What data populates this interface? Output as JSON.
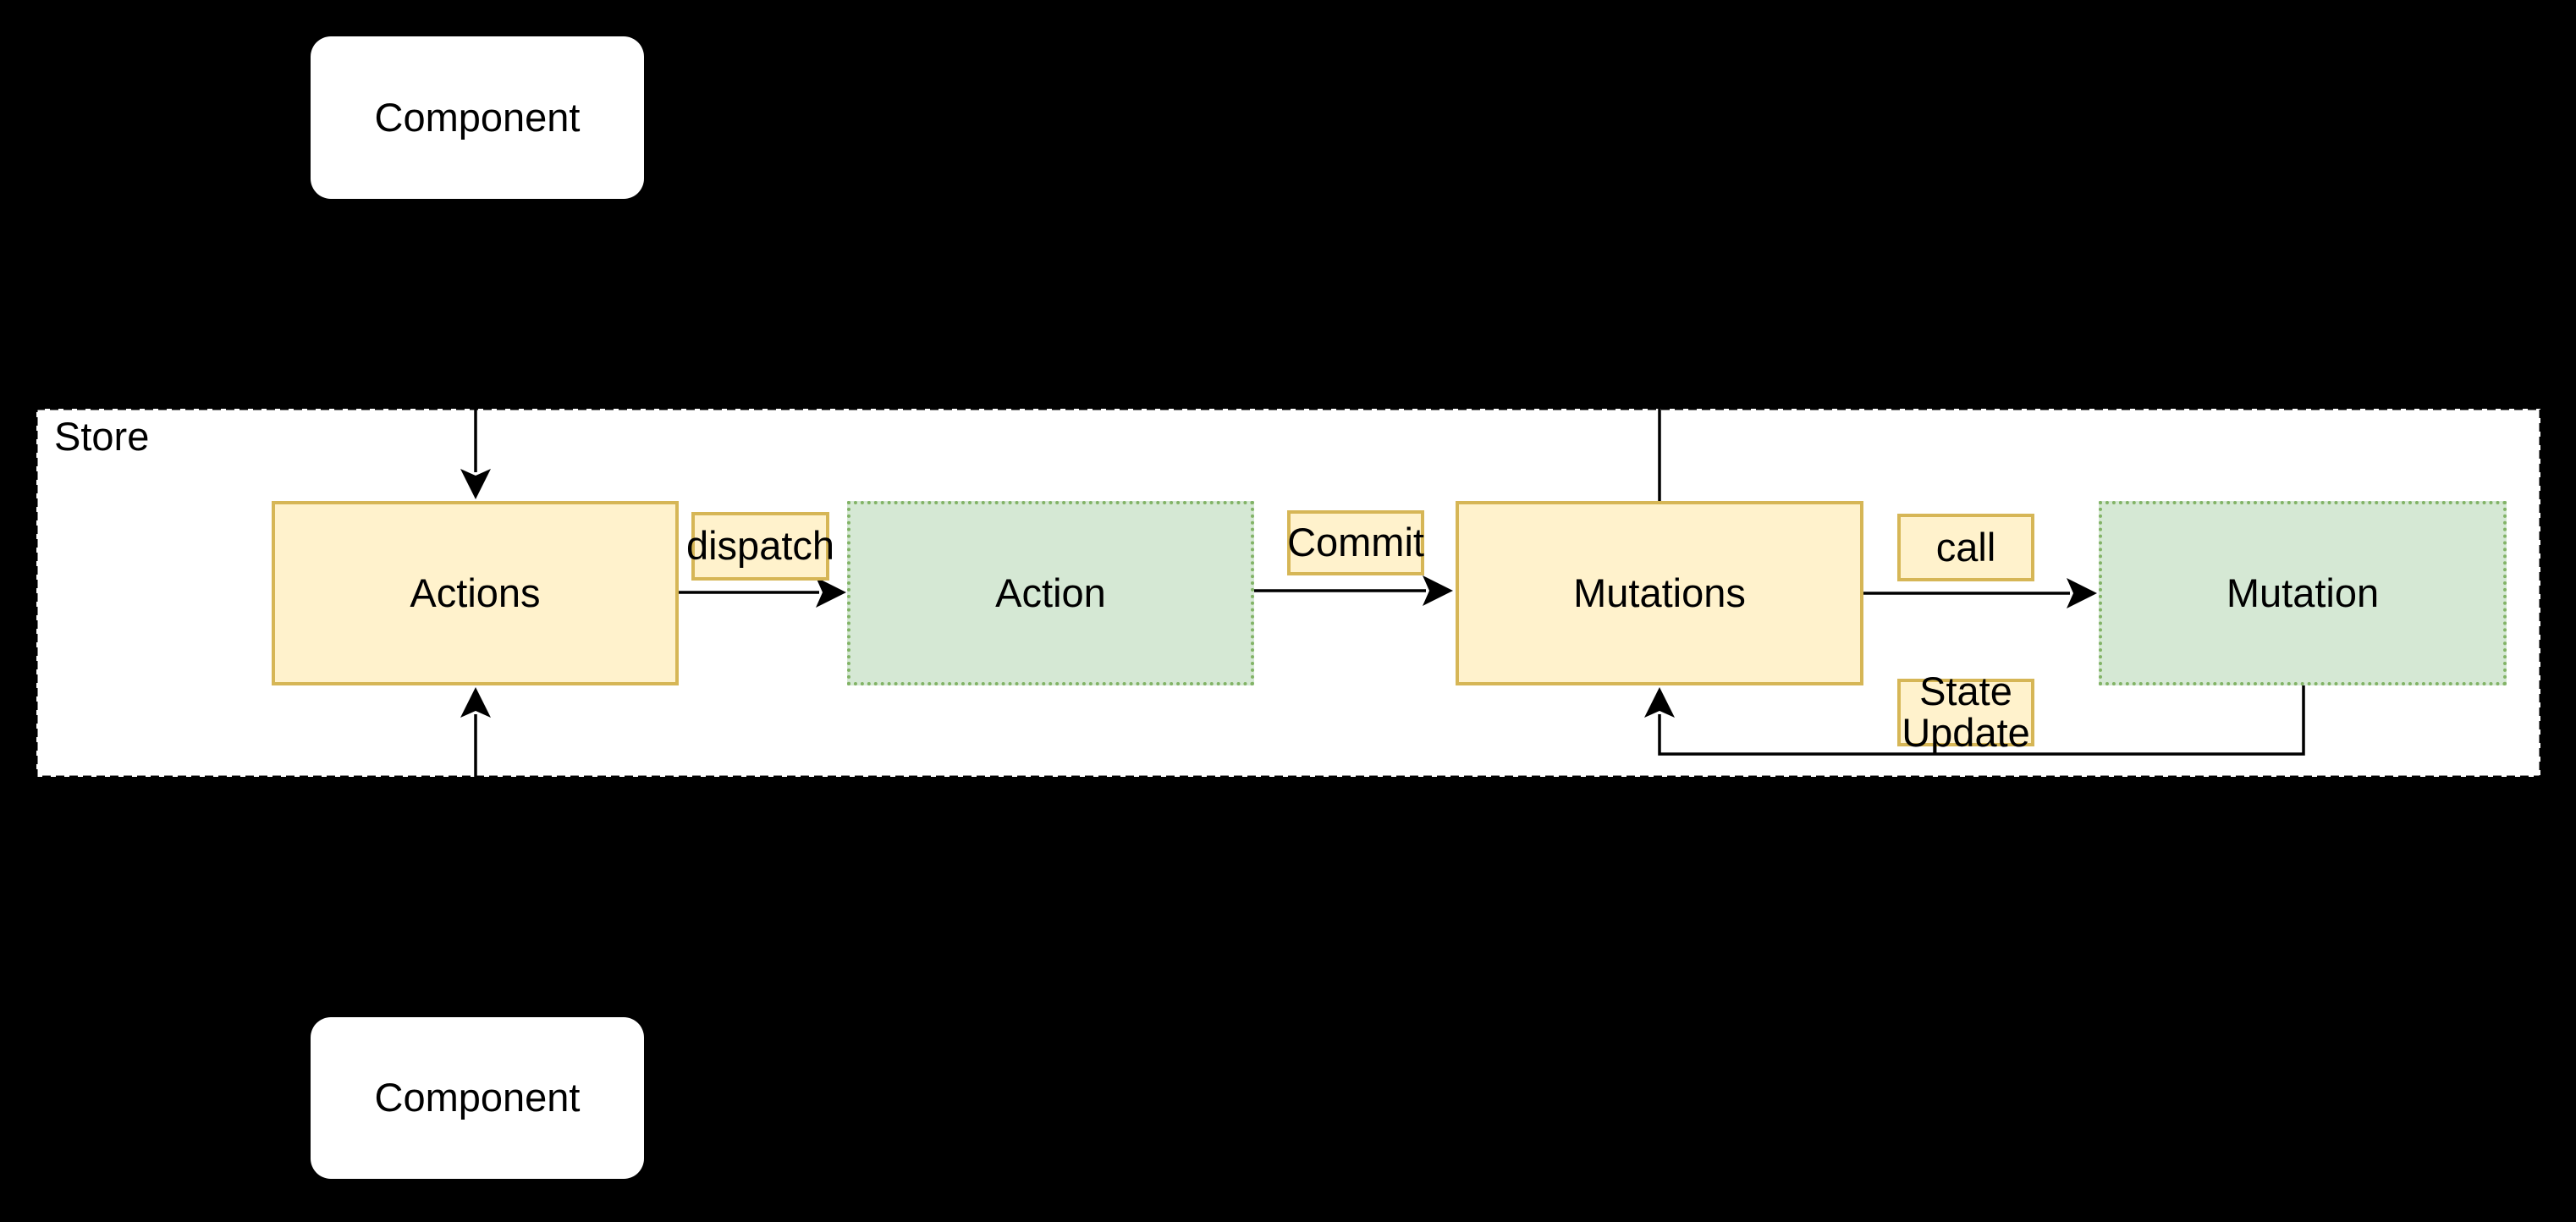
{
  "diagram": {
    "store": {
      "label": "Store"
    },
    "nodes": {
      "component_top": {
        "label": "Component"
      },
      "component_bottom": {
        "label": "Component"
      },
      "actions": {
        "label": "Actions"
      },
      "action": {
        "label": "Action"
      },
      "mutations": {
        "label": "Mutations"
      },
      "mutation": {
        "label": "Mutation"
      }
    },
    "edge_labels": {
      "dispatch": {
        "label": "dispatch"
      },
      "commit": {
        "label": "Commit"
      },
      "call": {
        "label": "call"
      },
      "state_update": {
        "label": "State Update"
      }
    },
    "colors": {
      "background": "#000000",
      "store_fill": "#FFFFFF",
      "store_border": "#000000",
      "yellow_fill": "#FFF2CC",
      "yellow_border": "#D6B656",
      "green_fill": "#D5E8D4",
      "green_border": "#82B366",
      "connector": "#000000",
      "text": "#000000"
    }
  }
}
